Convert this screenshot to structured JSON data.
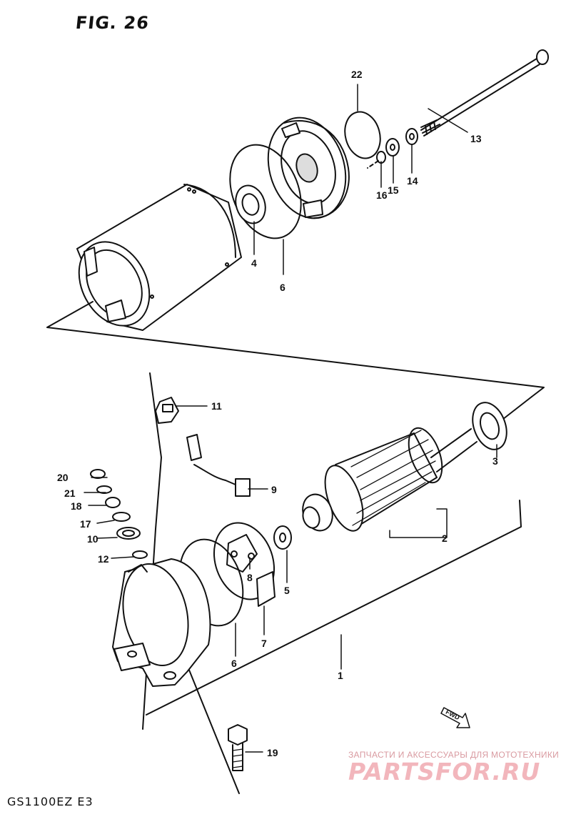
{
  "figure_title": "FIG. 26",
  "model_code": "GS1100EZ E3",
  "watermark": {
    "line": "ЗАПЧАСТИ И АКСЕССУАРЫ ДЛЯ МОТОТЕХНИКИ",
    "logo": "PARTSFOR.RU"
  },
  "fwd_label": "FWD",
  "callouts": [
    {
      "id": "p22",
      "label": "22"
    },
    {
      "id": "p13",
      "label": "13"
    },
    {
      "id": "p16",
      "label": "16"
    },
    {
      "id": "p15",
      "label": "15"
    },
    {
      "id": "p14",
      "label": "14"
    },
    {
      "id": "p4",
      "label": "4"
    },
    {
      "id": "p6a",
      "label": "6"
    },
    {
      "id": "p11",
      "label": "11"
    },
    {
      "id": "p9",
      "label": "9"
    },
    {
      "id": "p20",
      "label": "20"
    },
    {
      "id": "p21",
      "label": "21"
    },
    {
      "id": "p18",
      "label": "18"
    },
    {
      "id": "p17",
      "label": "17"
    },
    {
      "id": "p10",
      "label": "10"
    },
    {
      "id": "p12",
      "label": "12"
    },
    {
      "id": "p3",
      "label": "3"
    },
    {
      "id": "p2",
      "label": "2"
    },
    {
      "id": "p8",
      "label": "8"
    },
    {
      "id": "p5",
      "label": "5"
    },
    {
      "id": "p6b",
      "label": "6"
    },
    {
      "id": "p7",
      "label": "7"
    },
    {
      "id": "p1",
      "label": "1"
    },
    {
      "id": "p19",
      "label": "19"
    }
  ]
}
